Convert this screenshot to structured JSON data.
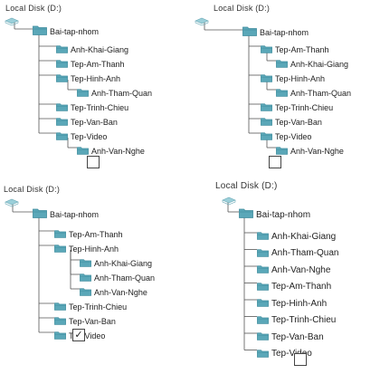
{
  "panels": [
    {
      "drive": "Local Disk (D:)",
      "root": "Bai-tap-nhom",
      "items": [
        {
          "label": "Anh-Khai-Giang",
          "level": 1
        },
        {
          "label": "Tep-Am-Thanh",
          "level": 1
        },
        {
          "label": "Tep-Hinh-Anh",
          "level": 1
        },
        {
          "label": "Anh-Tham-Quan",
          "level": 2
        },
        {
          "label": "Tep-Trinh-Chieu",
          "level": 1
        },
        {
          "label": "Tep-Van-Ban",
          "level": 1
        },
        {
          "label": "Tep-Video",
          "level": 1
        },
        {
          "label": "Anh-Van-Nghe",
          "level": 2
        }
      ],
      "checked": false,
      "checkmark": ""
    },
    {
      "drive": "Local Disk (D:)",
      "root": "Bai-tap-nhom",
      "items": [
        {
          "label": "Tep-Am-Thanh",
          "level": 1
        },
        {
          "label": "Anh-Khai-Giang",
          "level": 2
        },
        {
          "label": "Tep-Hinh-Anh",
          "level": 1
        },
        {
          "label": "Anh-Tham-Quan",
          "level": 2
        },
        {
          "label": "Tep-Trinh-Chieu",
          "level": 1
        },
        {
          "label": "Tep-Van-Ban",
          "level": 1
        },
        {
          "label": "Tep-Video",
          "level": 1
        },
        {
          "label": "Anh-Van-Nghe",
          "level": 2
        }
      ],
      "checked": false,
      "checkmark": ""
    },
    {
      "drive": "Local Disk (D:)",
      "root": "Bai-tap-nhom",
      "items": [
        {
          "label": "Tep-Am-Thanh",
          "level": 1
        },
        {
          "label": "Tep-Hinh-Anh",
          "level": 1
        },
        {
          "label": "Anh-Khai-Giang",
          "level": 2
        },
        {
          "label": "Anh-Tham-Quan",
          "level": 2
        },
        {
          "label": "Anh-Van-Nghe",
          "level": 2
        },
        {
          "label": "Tep-Trinh-Chieu",
          "level": 1
        },
        {
          "label": "Tep-Van-Ban",
          "level": 1
        },
        {
          "label": "Tep-Video",
          "level": 1
        }
      ],
      "checked": true,
      "checkmark": "✓"
    },
    {
      "drive": "Local Disk (D:)",
      "root": "Bai-tap-nhom",
      "items": [
        {
          "label": "Anh-Khai-Giang",
          "level": 1
        },
        {
          "label": "Anh-Tham-Quan",
          "level": 1
        },
        {
          "label": "Anh-Van-Nghe",
          "level": 1
        },
        {
          "label": "Tep-Am-Thanh",
          "level": 1
        },
        {
          "label": "Tep-Hinh-Anh",
          "level": 1
        },
        {
          "label": "Tep-Trinh-Chieu",
          "level": 1
        },
        {
          "label": "Tep-Van-Ban",
          "level": 1
        },
        {
          "label": "Tep-Video",
          "level": 1
        }
      ],
      "checked": false,
      "checkmark": ""
    }
  ],
  "colors": {
    "folder": "#5aa7b8",
    "folder_dark": "#3f8c9d",
    "line": "#555555"
  }
}
